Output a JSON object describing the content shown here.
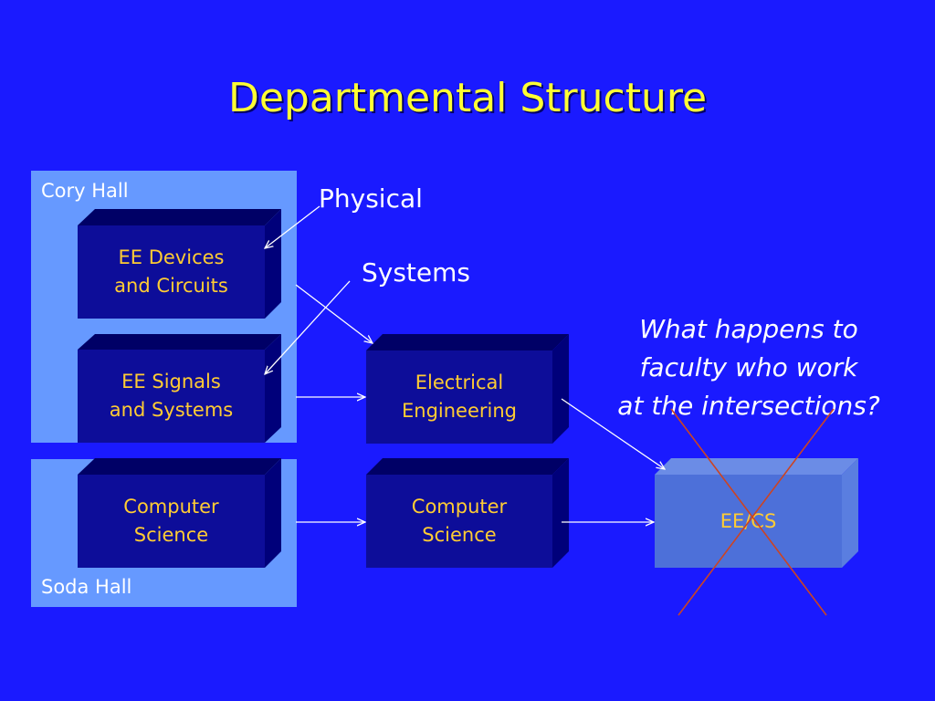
{
  "slide": {
    "title": "Departmental Structure"
  },
  "halls": {
    "cory": "Cory Hall",
    "soda": "Soda Hall"
  },
  "left_boxes": {
    "ee_devices": [
      "EE Devices",
      "and Circuits"
    ],
    "ee_signals": [
      "EE Signals",
      "and Systems"
    ],
    "cs": [
      "Computer",
      "Science"
    ]
  },
  "middle_boxes": {
    "ee": [
      "Electrical",
      "Engineering"
    ],
    "cs": [
      "Computer",
      "Science"
    ]
  },
  "right_box": {
    "eecs": "EE/CS"
  },
  "annotations": {
    "physical": "Physical",
    "systems": "Systems",
    "question": [
      "What happens to",
      "faculty who work",
      "at the intersections?"
    ]
  },
  "colors": {
    "background": "#1a1aff",
    "title": "#ffff33",
    "hall": "#6699ff",
    "box_dark": "#0d0d99",
    "box_text": "#ffcc33",
    "cross": "#cc4422"
  }
}
